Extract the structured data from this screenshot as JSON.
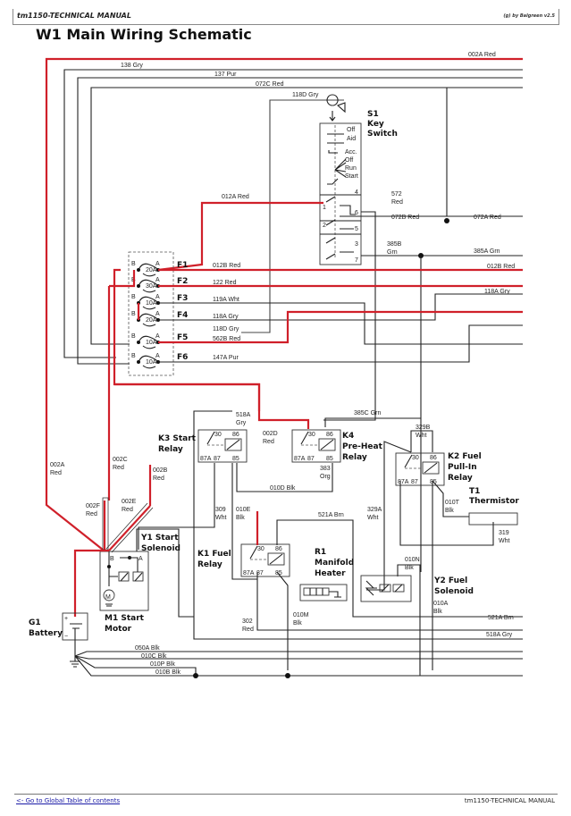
{
  "header": {
    "manual": "tm1150-TECHNICAL MANUAL",
    "credit": "(g) by Balgreen v2.5"
  },
  "page_title": "W1 Main Wiring Schematic",
  "wire_colors": {
    "red": "#d0202a",
    "black": "#222222",
    "gray": "#444444"
  },
  "wires": {
    "w002A_top": "002A Red",
    "w138": "138 Gry",
    "w137": "137 Pur",
    "w072C": "072C Red",
    "w118D_top": "118D Gry",
    "w012A": "012A Red",
    "w572": [
      "572",
      "Red"
    ],
    "w072B": "072B Red",
    "w072A": "072A Red",
    "w385B": [
      "385B",
      "Grn"
    ],
    "w385A": "385A Grn",
    "w012B_right": "012B Red",
    "w118A_right": "118A Gry",
    "w012B": "012B Red",
    "w122": "122 Red",
    "w119A": "119A Wht",
    "w118A": "118A Gry",
    "w118D": "118D Gry",
    "w562B": "562B Red",
    "w147A": "147A Pur",
    "w518A": [
      "518A",
      "Gry"
    ],
    "w002D": [
      "002D",
      "Red"
    ],
    "w385C": "385C Grn",
    "w329B": [
      "329B",
      "Wht"
    ],
    "w002A": [
      "002A",
      "Red"
    ],
    "w002C": [
      "002C",
      "Red"
    ],
    "w002B": [
      "002B",
      "Red"
    ],
    "w002F": [
      "002F",
      "Red"
    ],
    "w002E": [
      "002E",
      "Red"
    ],
    "w383": [
      "383",
      "Org"
    ],
    "w010D": "010D Blk",
    "w309": [
      "309",
      "Wht"
    ],
    "w010E": [
      "010E",
      "Blk"
    ],
    "w521A_top": "521A Brn",
    "w329A": [
      "329A",
      "Wht"
    ],
    "w010T": [
      "010T",
      "Blk"
    ],
    "w319": [
      "319",
      "Wht"
    ],
    "w010N": [
      "010N",
      "Blk"
    ],
    "w010A": [
      "010A",
      "Blk"
    ],
    "w302": [
      "302",
      "Red"
    ],
    "w010M": [
      "010M",
      "Blk"
    ],
    "w521A": "521A Brn",
    "w518A_bot": "518A Gry",
    "w050A": "050A Blk",
    "w010C": "010C Blk",
    "w010P": "010P Blk",
    "w010B": "010B Blk"
  },
  "components": {
    "s1": [
      "S1",
      "Key",
      "Switch"
    ],
    "s1_positions": [
      "Off",
      "Aid",
      "Acc.",
      "Off",
      "Run",
      "Start"
    ],
    "s1_terminals": [
      "4",
      "1",
      "6",
      "2",
      "5",
      "3",
      "7"
    ],
    "fuses": [
      {
        "id": "F1",
        "rating": "20A"
      },
      {
        "id": "F2",
        "rating": "30A"
      },
      {
        "id": "F3",
        "rating": "10A"
      },
      {
        "id": "F4",
        "rating": "20A"
      },
      {
        "id": "F5",
        "rating": "10A"
      },
      {
        "id": "F6",
        "rating": "10A"
      }
    ],
    "fuse_pins": {
      "a": "A",
      "b": "B"
    },
    "k3": [
      "K3 Start",
      "Relay"
    ],
    "k4": [
      "K4",
      "Pre-Heat",
      "Relay"
    ],
    "k2": [
      "K2 Fuel",
      "Pull-In",
      "Relay"
    ],
    "k1": [
      "K1 Fuel",
      "Relay"
    ],
    "relay_pins": {
      "p30": "30",
      "p86": "86",
      "p87a": "87A",
      "p87": "87",
      "p85": "85"
    },
    "t1": [
      "T1",
      "Thermistor"
    ],
    "y1": [
      "Y1 Start",
      "Solenoid"
    ],
    "y1_pins": {
      "b": "B",
      "a": "A"
    },
    "m1": [
      "M1 Start",
      "Motor"
    ],
    "motor_symbol": "M",
    "g1": [
      "G1",
      "Battery"
    ],
    "battery_plus": "+",
    "battery_minus": "−",
    "r1": [
      "R1",
      "Manifold",
      "Heater"
    ],
    "y2": [
      "Y2 Fuel",
      "Solenoid"
    ]
  },
  "footer": {
    "toc_link": "<- Go to Global Table of contents",
    "manual": "tm1150-TECHNICAL MANUAL"
  }
}
